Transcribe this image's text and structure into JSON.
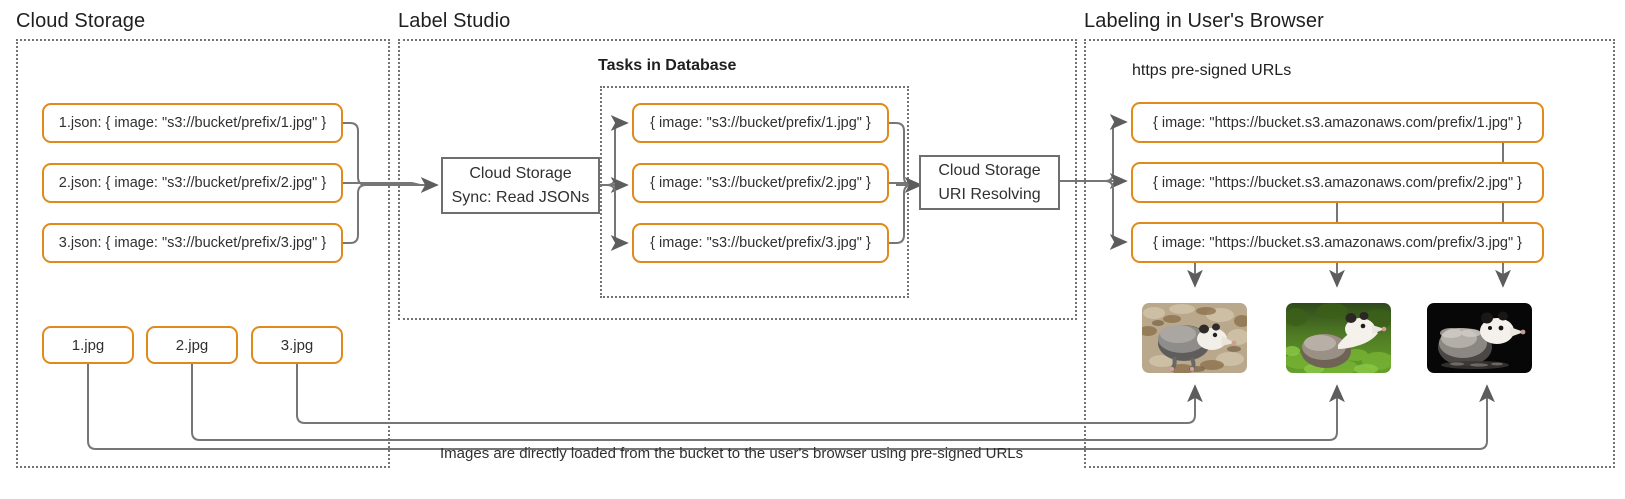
{
  "groups": {
    "cloud_storage": {
      "title": "Cloud Storage"
    },
    "label_studio": {
      "title": "Label Studio"
    },
    "browser": {
      "title": "Labeling in User's Browser"
    },
    "tasks_db": {
      "title": "Tasks in Database"
    },
    "presigned": {
      "title": "https pre-signed URLs"
    }
  },
  "json_files": [
    {
      "label": "1.json: { image: \"s3://bucket/prefix/1.jpg\" }"
    },
    {
      "label": "2.json: { image: \"s3://bucket/prefix/2.jpg\" }"
    },
    {
      "label": "3.json: { image: \"s3://bucket/prefix/3.jpg\" }"
    }
  ],
  "image_files": [
    {
      "label": "1.jpg"
    },
    {
      "label": "2.jpg"
    },
    {
      "label": "3.jpg"
    }
  ],
  "sync_box": {
    "line1": "Cloud Storage",
    "line2": "Sync: Read JSONs"
  },
  "resolver_box": {
    "line1": "Cloud Storage",
    "line2": "URI Resolving"
  },
  "tasks": [
    {
      "label": "{ image: \"s3://bucket/prefix/1.jpg\" }"
    },
    {
      "label": "{ image: \"s3://bucket/prefix/2.jpg\" }"
    },
    {
      "label": "{ image: \"s3://bucket/prefix/3.jpg\" }"
    }
  ],
  "urls": [
    {
      "label": "{ image: \"https://bucket.s3.amazonaws.com/prefix/1.jpg\" }"
    },
    {
      "label": "{ image: \"https://bucket.s3.amazonaws.com/prefix/2.jpg\" }"
    },
    {
      "label": "{ image: \"https://bucket.s3.amazonaws.com/prefix/3.jpg\" }"
    }
  ],
  "thumbnails": [
    {
      "alt": "opossum-on-leaf-litter"
    },
    {
      "alt": "opossum-in-green-grass"
    },
    {
      "alt": "opossum-on-black-background"
    }
  ],
  "caption": "Images are directly loaded from the bucket to the user's browser using pre-signed URLs",
  "colors": {
    "orange_border": "#E08A1E",
    "grey_border": "#6E6E6E",
    "wire": "#767676",
    "dotted_group": "#737373",
    "text": "#2b2b2b"
  }
}
